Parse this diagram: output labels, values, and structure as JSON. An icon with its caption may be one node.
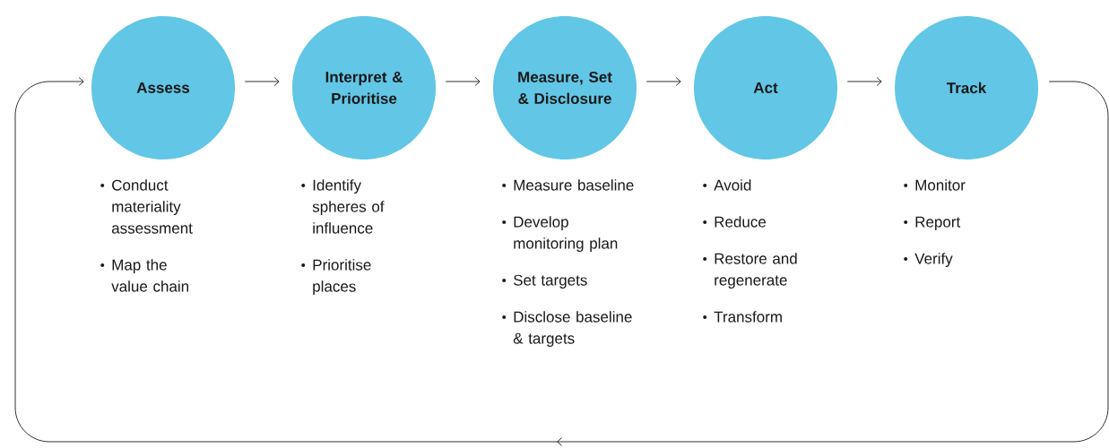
{
  "diagram": {
    "nodes": [
      {
        "text": [
          "Assess"
        ],
        "beside": [
          "Conduct materiality assessment",
          "Map the value chain"
        ]
      },
      {
        "text": [
          "Interpret & Prioritise"
        ],
        "beside": [
          "Identify spheres of influence",
          "Prioritise places"
        ]
      },
      {
        "text": [
          "Measure, Set & Disclosure"
        ],
        "beside": [
          "Measure baseline",
          "Develop monitoring plan",
          "Set targets",
          "Disclose baseline & targets"
        ]
      },
      {
        "text": [
          "Act"
        ],
        "beside": [
          "Avoid",
          "Reduce",
          "Restore and regenerate",
          "Transform"
        ]
      },
      {
        "text": [
          "Track"
        ],
        "beside": [
          "Monitor",
          "Report",
          "Verify"
        ]
      }
    ],
    "edges": [
      {
        "from": 0,
        "to": 1,
        "arrow": "to"
      },
      {
        "from": 1,
        "to": 2,
        "arrow": "to"
      },
      {
        "from": 2,
        "to": 3,
        "arrow": "to"
      },
      {
        "from": 3,
        "to": 4,
        "arrow": "to"
      },
      {
        "from": 4,
        "to": 0,
        "arrow": "to"
      }
    ]
  }
}
